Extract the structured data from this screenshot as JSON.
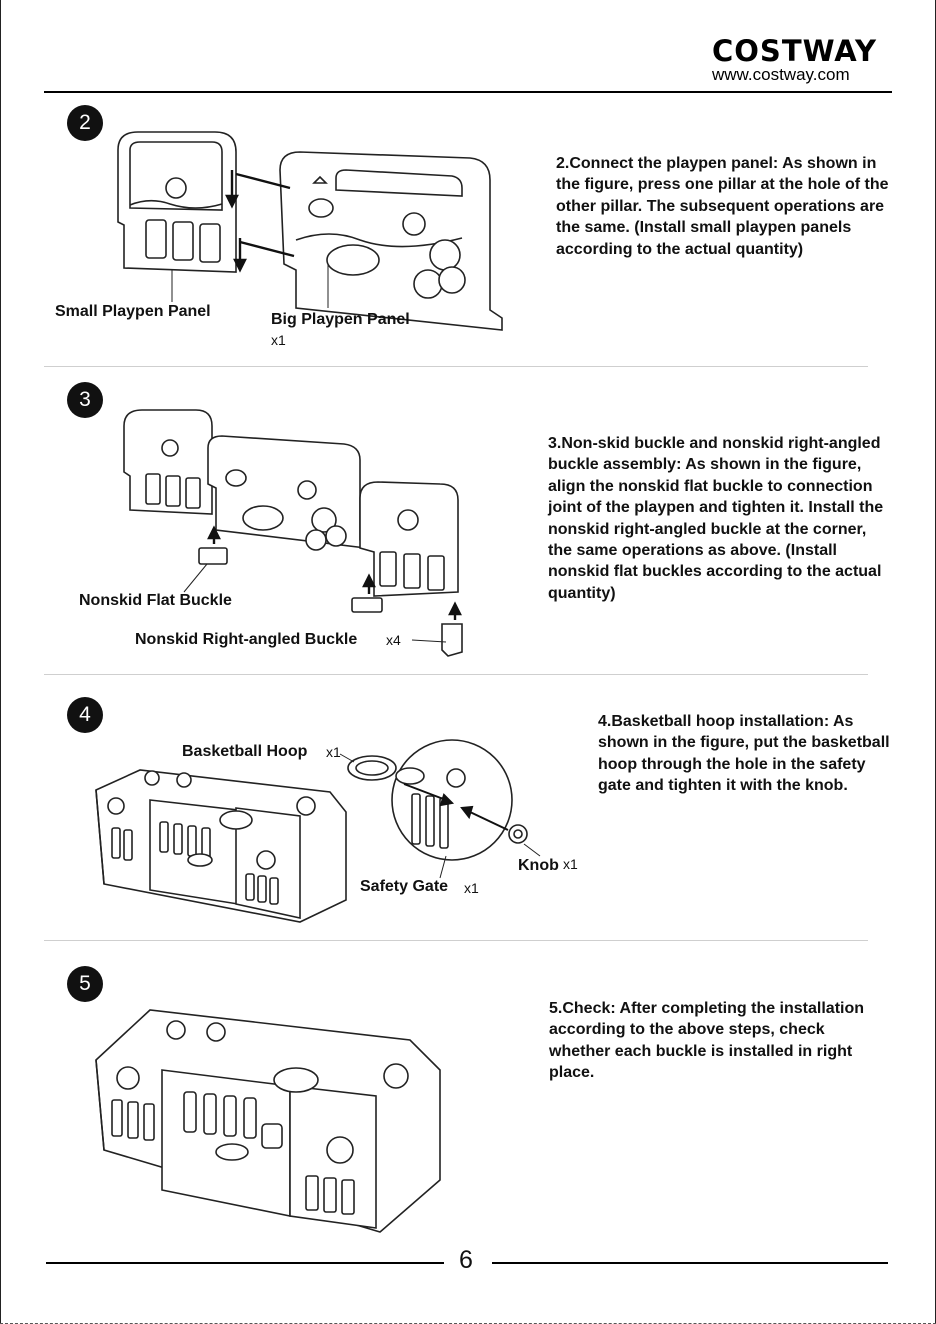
{
  "brand": {
    "name": "COSTWAY",
    "url": "www.costway.com"
  },
  "steps": [
    {
      "number": "2",
      "text": "2.Connect the playpen panel: As shown in the figure, press one pillar at the hole of the other pillar. The subsequent operations are the same. (Install small playpen panels according to the actual quantity)",
      "labels": {
        "small_panel": "Small Playpen Panel",
        "big_panel": "Big Playpen Panel",
        "big_panel_qty": "x1"
      }
    },
    {
      "number": "3",
      "text": "3.Non-skid buckle and nonskid right-angled buckle assembly: As shown in the figure, align the nonskid flat buckle to connection joint of the playpen and tighten it. Install the nonskid right-angled buckle at the corner, the same operations as above. (Install nonskid flat buckles according to the actual quantity)",
      "labels": {
        "flat_buckle": "Nonskid Flat Buckle",
        "right_buckle": "Nonskid Right-angled Buckle",
        "right_buckle_qty": "x4"
      }
    },
    {
      "number": "4",
      "text": "4.Basketball hoop installation: As shown in the figure, put the basketball hoop through the hole in the safety gate and tighten it with the knob.",
      "labels": {
        "hoop": "Basketball Hoop",
        "hoop_qty": "x1",
        "gate": "Safety Gate",
        "gate_qty": "x1",
        "knob": "Knob",
        "knob_qty": "x1"
      }
    },
    {
      "number": "5",
      "text": "5.Check: After completing the installation according to the above steps, check whether each buckle is installed in right place."
    }
  ],
  "page_number": "6"
}
